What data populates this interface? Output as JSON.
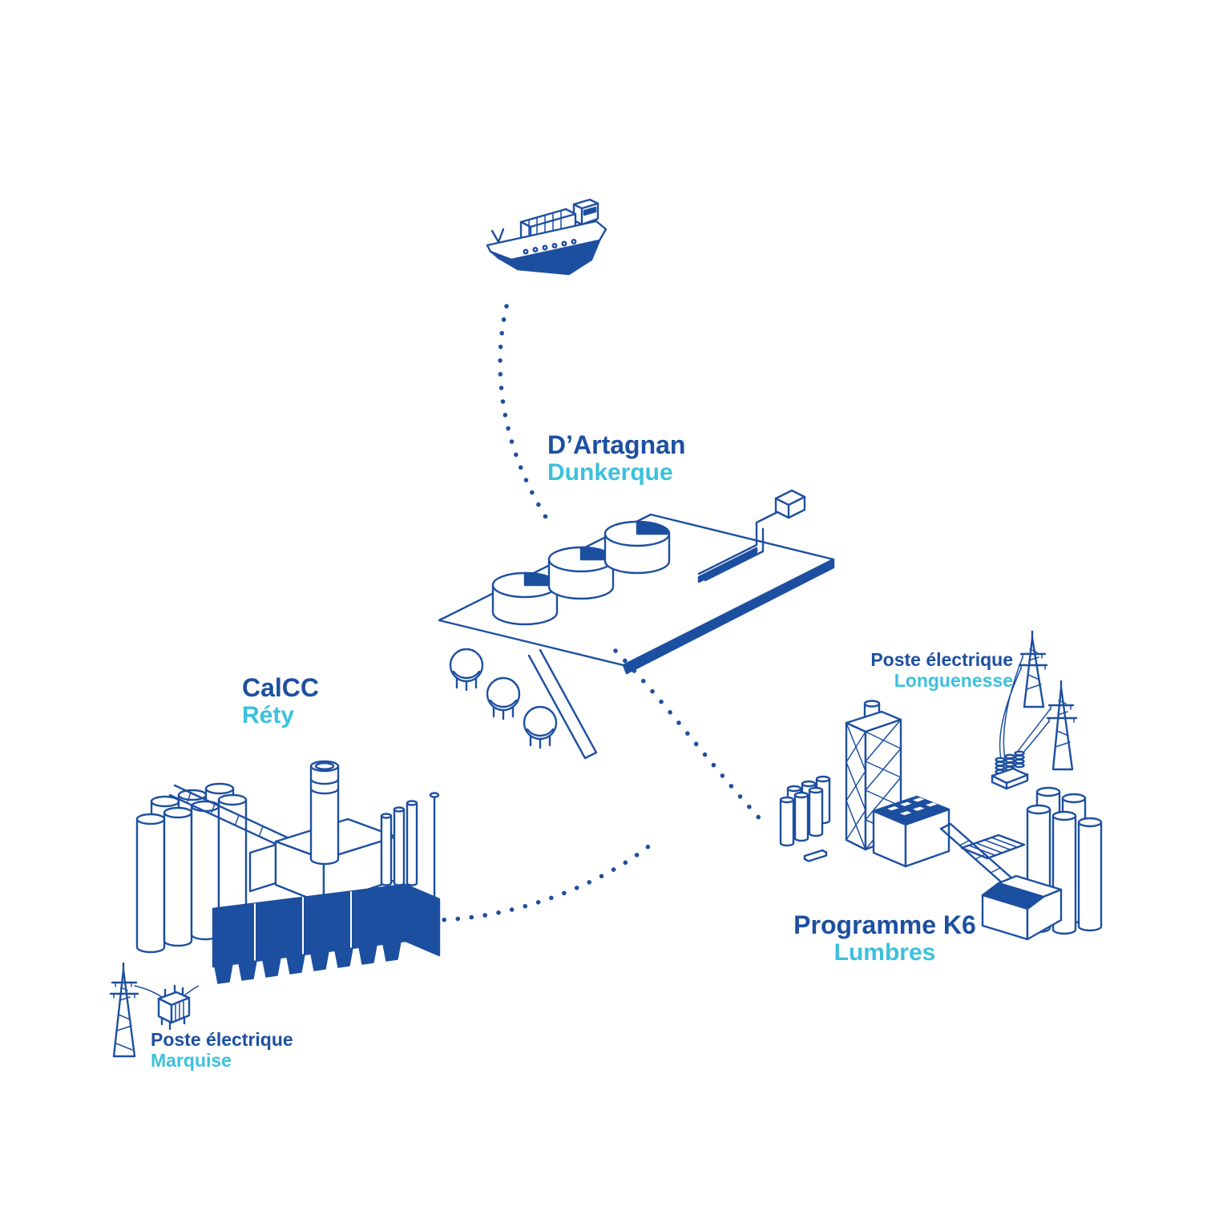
{
  "colors": {
    "primary": "#1d4fa1",
    "accent": "#3bc1dc",
    "background": "#ffffff"
  },
  "sites": {
    "dartagnan": {
      "title": "D’Artagnan",
      "subtitle": "Dunkerque"
    },
    "calcc": {
      "title": "CalCC",
      "subtitle": "Réty"
    },
    "k6": {
      "title": "Programme K6",
      "subtitle": "Lumbres"
    },
    "marquise": {
      "title": "Poste électrique",
      "subtitle": "Marquise"
    },
    "longuenesse": {
      "title": "Poste électrique",
      "subtitle": "Longuenesse"
    }
  },
  "illustrations": {
    "ship": "cargo-ship",
    "terminal": "port-terminal-with-storage-tanks",
    "cement_plant": "cement-plant-with-silos",
    "k6_plant": "industrial-site-with-pylons",
    "marquise_substation": "pylon-and-transformer",
    "routes": "dotted-connection-lines"
  }
}
